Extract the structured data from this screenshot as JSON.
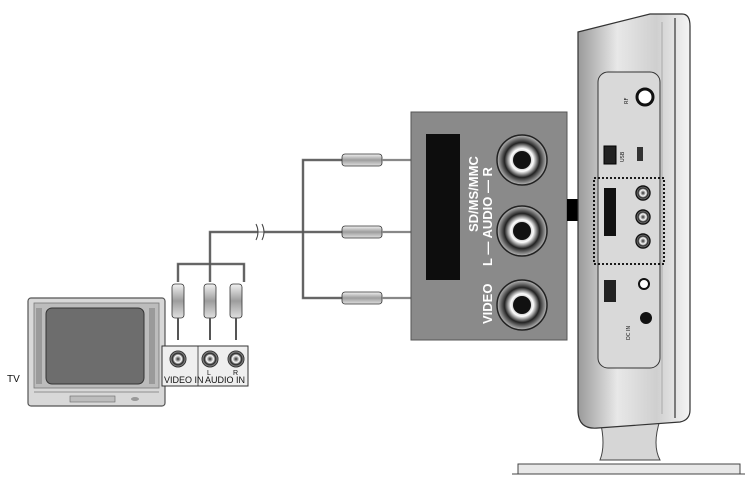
{
  "tv": {
    "label": "TV",
    "video_in_label": "VIDEO IN",
    "audio_in_label": "AUDIO IN",
    "left_label": "L",
    "right_label": "R"
  },
  "panel": {
    "audio_label": "L — AUDIO — R",
    "card_label": "SD/MS/MMC",
    "video_label": "VIDEO"
  },
  "device": {
    "rf_label": "RF",
    "usb_label": "USB",
    "power_label": "DC IN"
  },
  "colors": {
    "panel_gray": "#8a8a8a",
    "cable_gray": "#7a7a7a",
    "arrow_black": "#000000"
  }
}
